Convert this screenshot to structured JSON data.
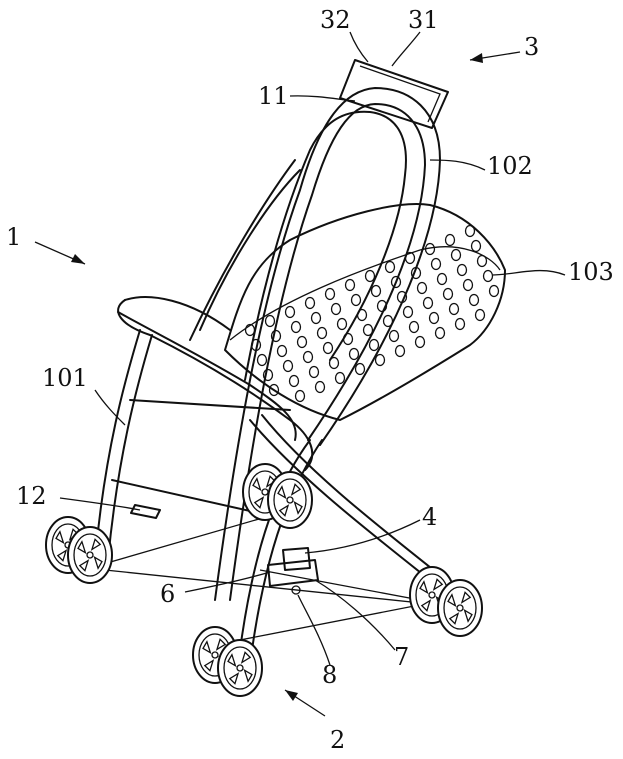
{
  "figure": {
    "labels": {
      "l32": "32",
      "l31": "31",
      "l3": "3",
      "l11": "11",
      "l102": "102",
      "l1": "1",
      "l103": "103",
      "l101": "101",
      "l12": "12",
      "l4": "4",
      "l6": "6",
      "l7": "7",
      "l8": "8",
      "l2": "2"
    },
    "line_color": "#111111"
  }
}
